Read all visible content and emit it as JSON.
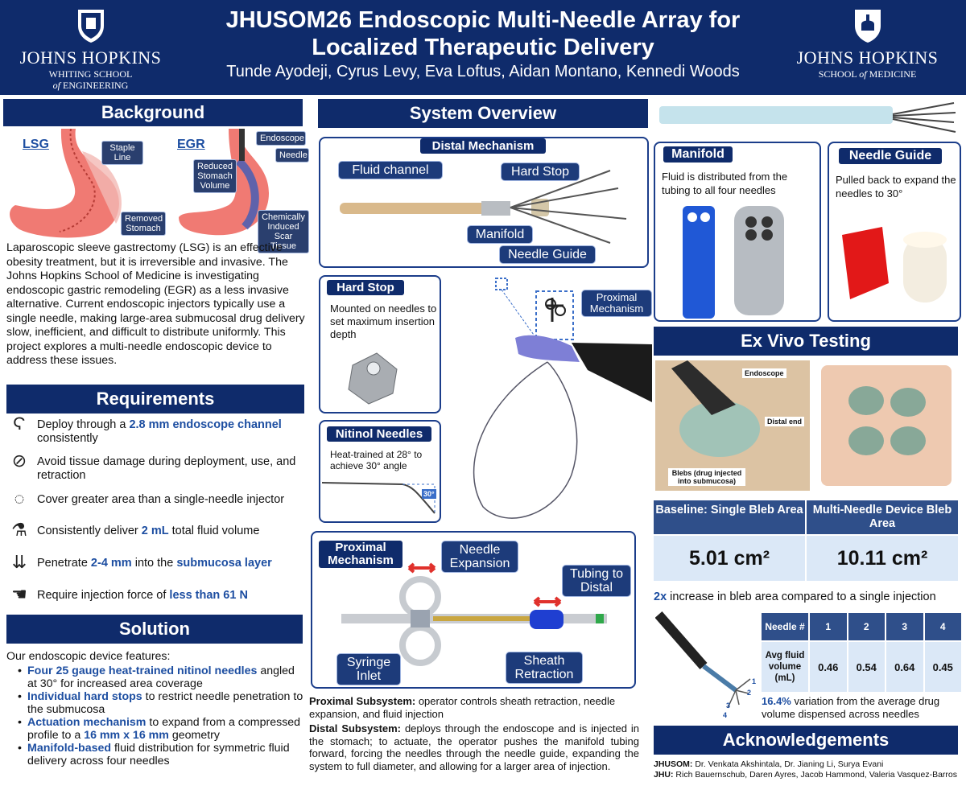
{
  "header": {
    "title_line1": "JHUSOM26 Endoscopic Multi-Needle Array for",
    "title_line2": "Localized Therapeutic Delivery",
    "authors": "Tunde Ayodeji, Cyrus Levy, Eva Loftus, Aidan Montano, Kennedi Woods",
    "left_logo": {
      "name": "JOHNS HOPKINS",
      "line2": "WHITING SCHOOL",
      "line3_of": "of",
      "line3": "ENGINEERING"
    },
    "right_logo": {
      "name": "JOHNS HOPKINS",
      "line2_a": "SCHOOL",
      "line2_of": "of",
      "line2_b": "MEDICINE"
    }
  },
  "background": {
    "heading": "Background",
    "lsg_label": "LSG",
    "egr_label": "EGR",
    "callouts": {
      "staple_line": "Staple Line",
      "removed_stomach": "Removed Stomach",
      "endoscope": "Endoscope",
      "needle": "Needle",
      "reduced_volume": "Reduced Stomach Volume",
      "scar_tissue": "Chemically Induced Scar Tissue"
    },
    "text": "Laparoscopic sleeve gastrectomy (LSG) is an effective obesity treatment, but it is irreversible and invasive. The Johns Hopkins School of Medicine is investigating endoscopic gastric remodeling (EGR) as a less invasive alternative. Current endoscopic injectors typically use a single needle, making large-area submucosal drug delivery slow, inefficient, and difficult to distribute uniformly. This project explores a multi-needle endoscopic device to address these issues."
  },
  "requirements": {
    "heading": "Requirements",
    "items": [
      {
        "pre": "Deploy through a ",
        "hl": "2.8 mm endoscope channel",
        "post": " consistently",
        "icon": "stomach-icon"
      },
      {
        "pre": "Avoid tissue damage during deployment, use, and retraction",
        "hl": "",
        "post": "",
        "icon": "bandage-icon"
      },
      {
        "pre": "Cover greater area than a single-needle injector",
        "hl": "",
        "post": "",
        "icon": "area-icon"
      },
      {
        "pre": "Consistently deliver ",
        "hl": "2 mL",
        "post": " total fluid volume",
        "icon": "flask-icon"
      },
      {
        "pre": "Penetrate ",
        "hl": "2-4 mm",
        "post": " into the ",
        "hl2": "submucosa layer",
        "icon": "depth-icon"
      },
      {
        "pre": "Require injection force of ",
        "hl": "less than 61 N",
        "post": "",
        "icon": "hand-icon"
      }
    ]
  },
  "solution": {
    "heading": "Solution",
    "intro": "Our endoscopic device features:",
    "items": [
      {
        "hl": "Four 25 gauge heat-trained nitinol needles",
        "text": " angled at 30° for increased area coverage"
      },
      {
        "hl": "Individual hard stops",
        "text": " to restrict needle penetration to the submucosa"
      },
      {
        "hl": "Actuation mechanism",
        "text": " to expand from a compressed profile to a ",
        "hl2": "16 mm x 16 mm",
        "text2": " geometry"
      },
      {
        "hl": "Manifold-based",
        "text": " fluid distribution for symmetric fluid delivery across four needles"
      }
    ]
  },
  "system_overview": {
    "heading": "System Overview",
    "distal_tag": "Distal Mechanism",
    "distal_labels": {
      "fluid_channel": "Fluid channel",
      "hard_stop": "Hard Stop",
      "manifold": "Manifold",
      "needle_guide": "Needle Guide"
    },
    "hard_stop_box": {
      "tag": "Hard Stop",
      "text": "Mounted on needles to set maximum insertion depth"
    },
    "nitinol_box": {
      "tag": "Nitinol Needles",
      "text": "Heat-trained at 28° to achieve 30° angle",
      "angle_label": "30°"
    },
    "proximal_callout": "Proximal Mechanism",
    "proximal_box": {
      "tag": "Proximal Mechanism",
      "needle_expansion": "Needle Expansion",
      "tubing_to_distal": "Tubing to Distal",
      "syringe_inlet": "Syringe Inlet",
      "sheath_retraction": "Sheath Retraction"
    },
    "proximal_subsystem_label": "Proximal Subsystem:",
    "proximal_subsystem_text": " operator controls sheath retraction, needle expansion, and fluid injection",
    "distal_subsystem_label": "Distal Subsystem:",
    "distal_subsystem_text": " deploys through the endoscope and is injected in the stomach; to actuate, the operator pushes the manifold tubing forward, forcing the needles through the needle guide, expanding the system to full diameter, and allowing for a larger area of injection."
  },
  "manifold": {
    "tag": "Manifold",
    "text": "Fluid is distributed from the tubing to all four needles"
  },
  "needle_guide": {
    "tag": "Needle Guide",
    "text": "Pulled back to expand the needles to 30°"
  },
  "ex_vivo": {
    "heading": "Ex Vivo Testing",
    "photo_labels": {
      "endoscope": "Endoscope",
      "distal_end": "Distal end",
      "blebs": "Blebs (drug injected into submucosa)"
    },
    "baseline_header": "Baseline: Single Bleb Area",
    "multi_header": "Multi-Needle Device Bleb Area",
    "baseline_value": "5.01 cm²",
    "multi_value": "10.11 cm²",
    "increase_hl": "2x",
    "increase_text": " increase in bleb area compared to a single injection",
    "table": {
      "header_label": "Needle #",
      "row_label": "Avg fluid volume (mL)",
      "needles": [
        "1",
        "2",
        "3",
        "4"
      ],
      "volumes": [
        "0.46",
        "0.54",
        "0.64",
        "0.45"
      ]
    },
    "needle_nums": [
      "1",
      "2",
      "3",
      "4"
    ],
    "variation_hl": "16.4%",
    "variation_text": " variation from the average drug volume dispensed across needles"
  },
  "acknowledgements": {
    "heading": "Acknowledgements",
    "jhusom_label": "JHUSOM:",
    "jhusom_text": " Dr. Venkata Akshintala, Dr. Jianing Li, Surya Evani",
    "jhu_label": "JHU:",
    "jhu_text": " Rich Bauernschub, Daren Ayres, Jacob Hammond, Valeria Vasquez-Barros"
  },
  "colors": {
    "navy": "#0f2b6b",
    "accent_blue": "#1d4ea1",
    "light_cell": "#dbe8f7",
    "red_arrow": "#e0312c"
  }
}
